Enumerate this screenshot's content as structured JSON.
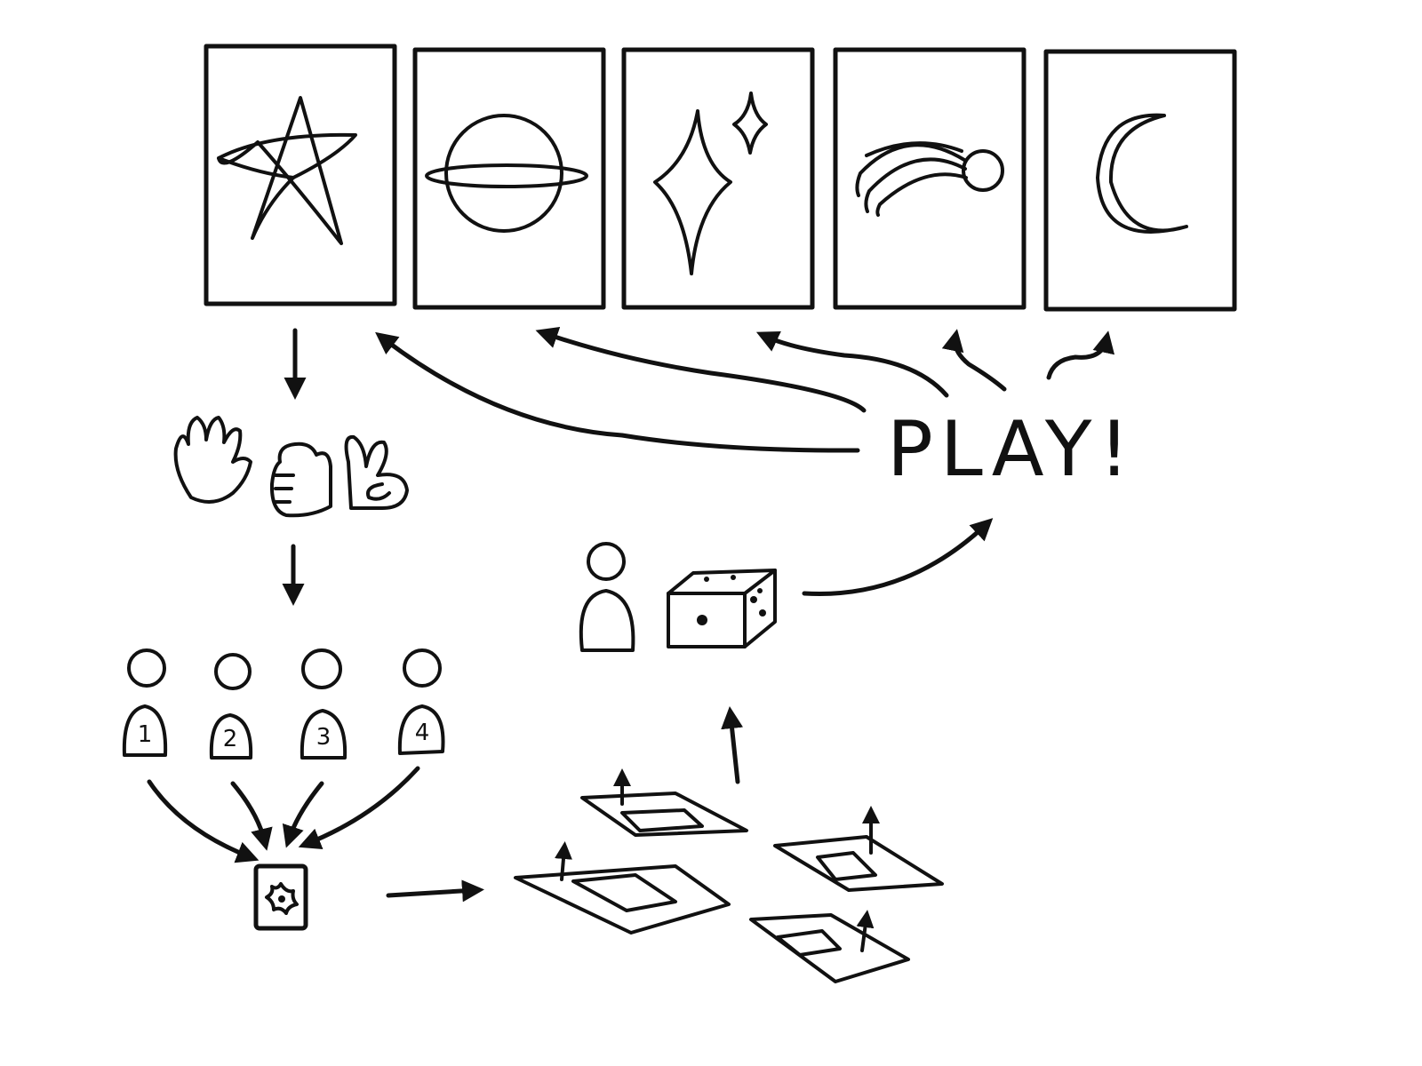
{
  "play_label": "PLAY!",
  "cards": [
    {
      "icon": "star-icon"
    },
    {
      "icon": "planet-icon"
    },
    {
      "icon": "sparkle-icon"
    },
    {
      "icon": "comet-icon"
    },
    {
      "icon": "moon-icon"
    }
  ],
  "players": [
    {
      "number": "1"
    },
    {
      "number": "2"
    },
    {
      "number": "3"
    },
    {
      "number": "4"
    }
  ],
  "hand_gestures": [
    "paper-hand-icon",
    "rock-fist-icon",
    "scissors-hand-icon"
  ],
  "ink_color": "#111111",
  "background_color": "#ffffff"
}
